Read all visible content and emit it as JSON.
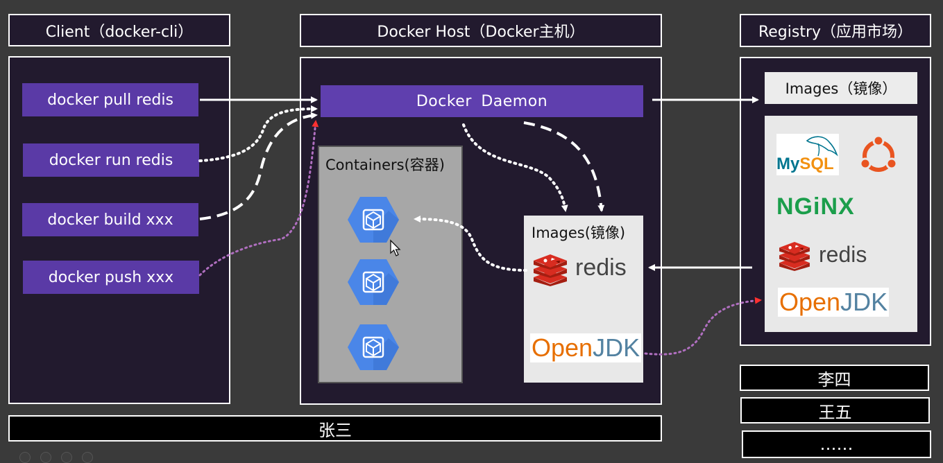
{
  "headers": {
    "client": "Client（docker-cli）",
    "host": "Docker Host（Docker主机）",
    "registry": "Registry（应用市场）"
  },
  "client": {
    "commands": [
      "docker pull redis",
      "docker run redis",
      "docker build xxx",
      "docker push xxx"
    ]
  },
  "host": {
    "daemon": "Docker  Daemon",
    "containers_title": "Containers(容器)",
    "images_title": "Images(镜像)",
    "images": {
      "redis": "redis",
      "openjdk_open": "Open",
      "openjdk_jdk": "JDK"
    }
  },
  "registry": {
    "images_label": "Images（镜像）",
    "logos": {
      "mysql_my": "My",
      "mysql_sql": "SQL",
      "nginx": "NGiNX",
      "redis": "redis",
      "openjdk_open": "Open",
      "openjdk_jdk": "JDK"
    }
  },
  "users": {
    "zhangsan": "张三",
    "lisi": "李四",
    "wangwu": "王五",
    "more": "……"
  },
  "colors": {
    "panel_bg": "#221a2e",
    "command_bg": "#5a3aa6",
    "daemon_bg": "#5f3fae",
    "containers_bg": "#a7a7a7",
    "images_bg": "#e8e8e8",
    "container_icon": "#4a86e8",
    "redis_red": "#d82c20",
    "openjdk_orange": "#e76f00",
    "openjdk_blue": "#5382a1",
    "nginx_green": "#1b9e4b",
    "ubuntu_orange": "#e95420",
    "mysql_blue": "#00758f",
    "mysql_orange": "#f29111",
    "push_arrow": "#b06fc0",
    "arrow_red": "#ff3030"
  },
  "icons": [
    "container-cube-icon",
    "redis-logo-icon",
    "mysql-dolphin-icon",
    "ubuntu-logo-icon",
    "mouse-cursor-icon"
  ]
}
